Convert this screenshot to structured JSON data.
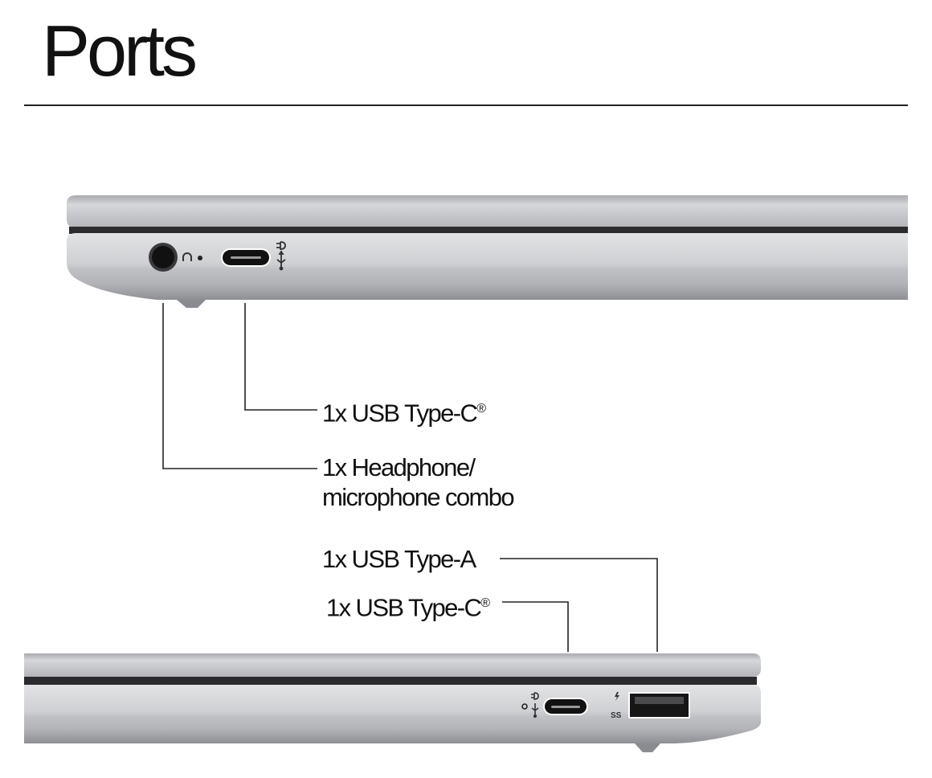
{
  "title": "Ports",
  "top_view": {
    "callouts": [
      {
        "text": "1x USB Type-C",
        "mark": "®"
      },
      {
        "line1": "1x Headphone/",
        "line2": "microphone combo"
      }
    ]
  },
  "bottom_view": {
    "callouts": [
      {
        "text": "1x USB Type-A"
      },
      {
        "text": "1x USB Type-C",
        "mark": "®"
      }
    ]
  },
  "colors": {
    "chassis": "#c4c5c8",
    "chassis_dark": "#9a9ba0",
    "text": "#111111"
  }
}
